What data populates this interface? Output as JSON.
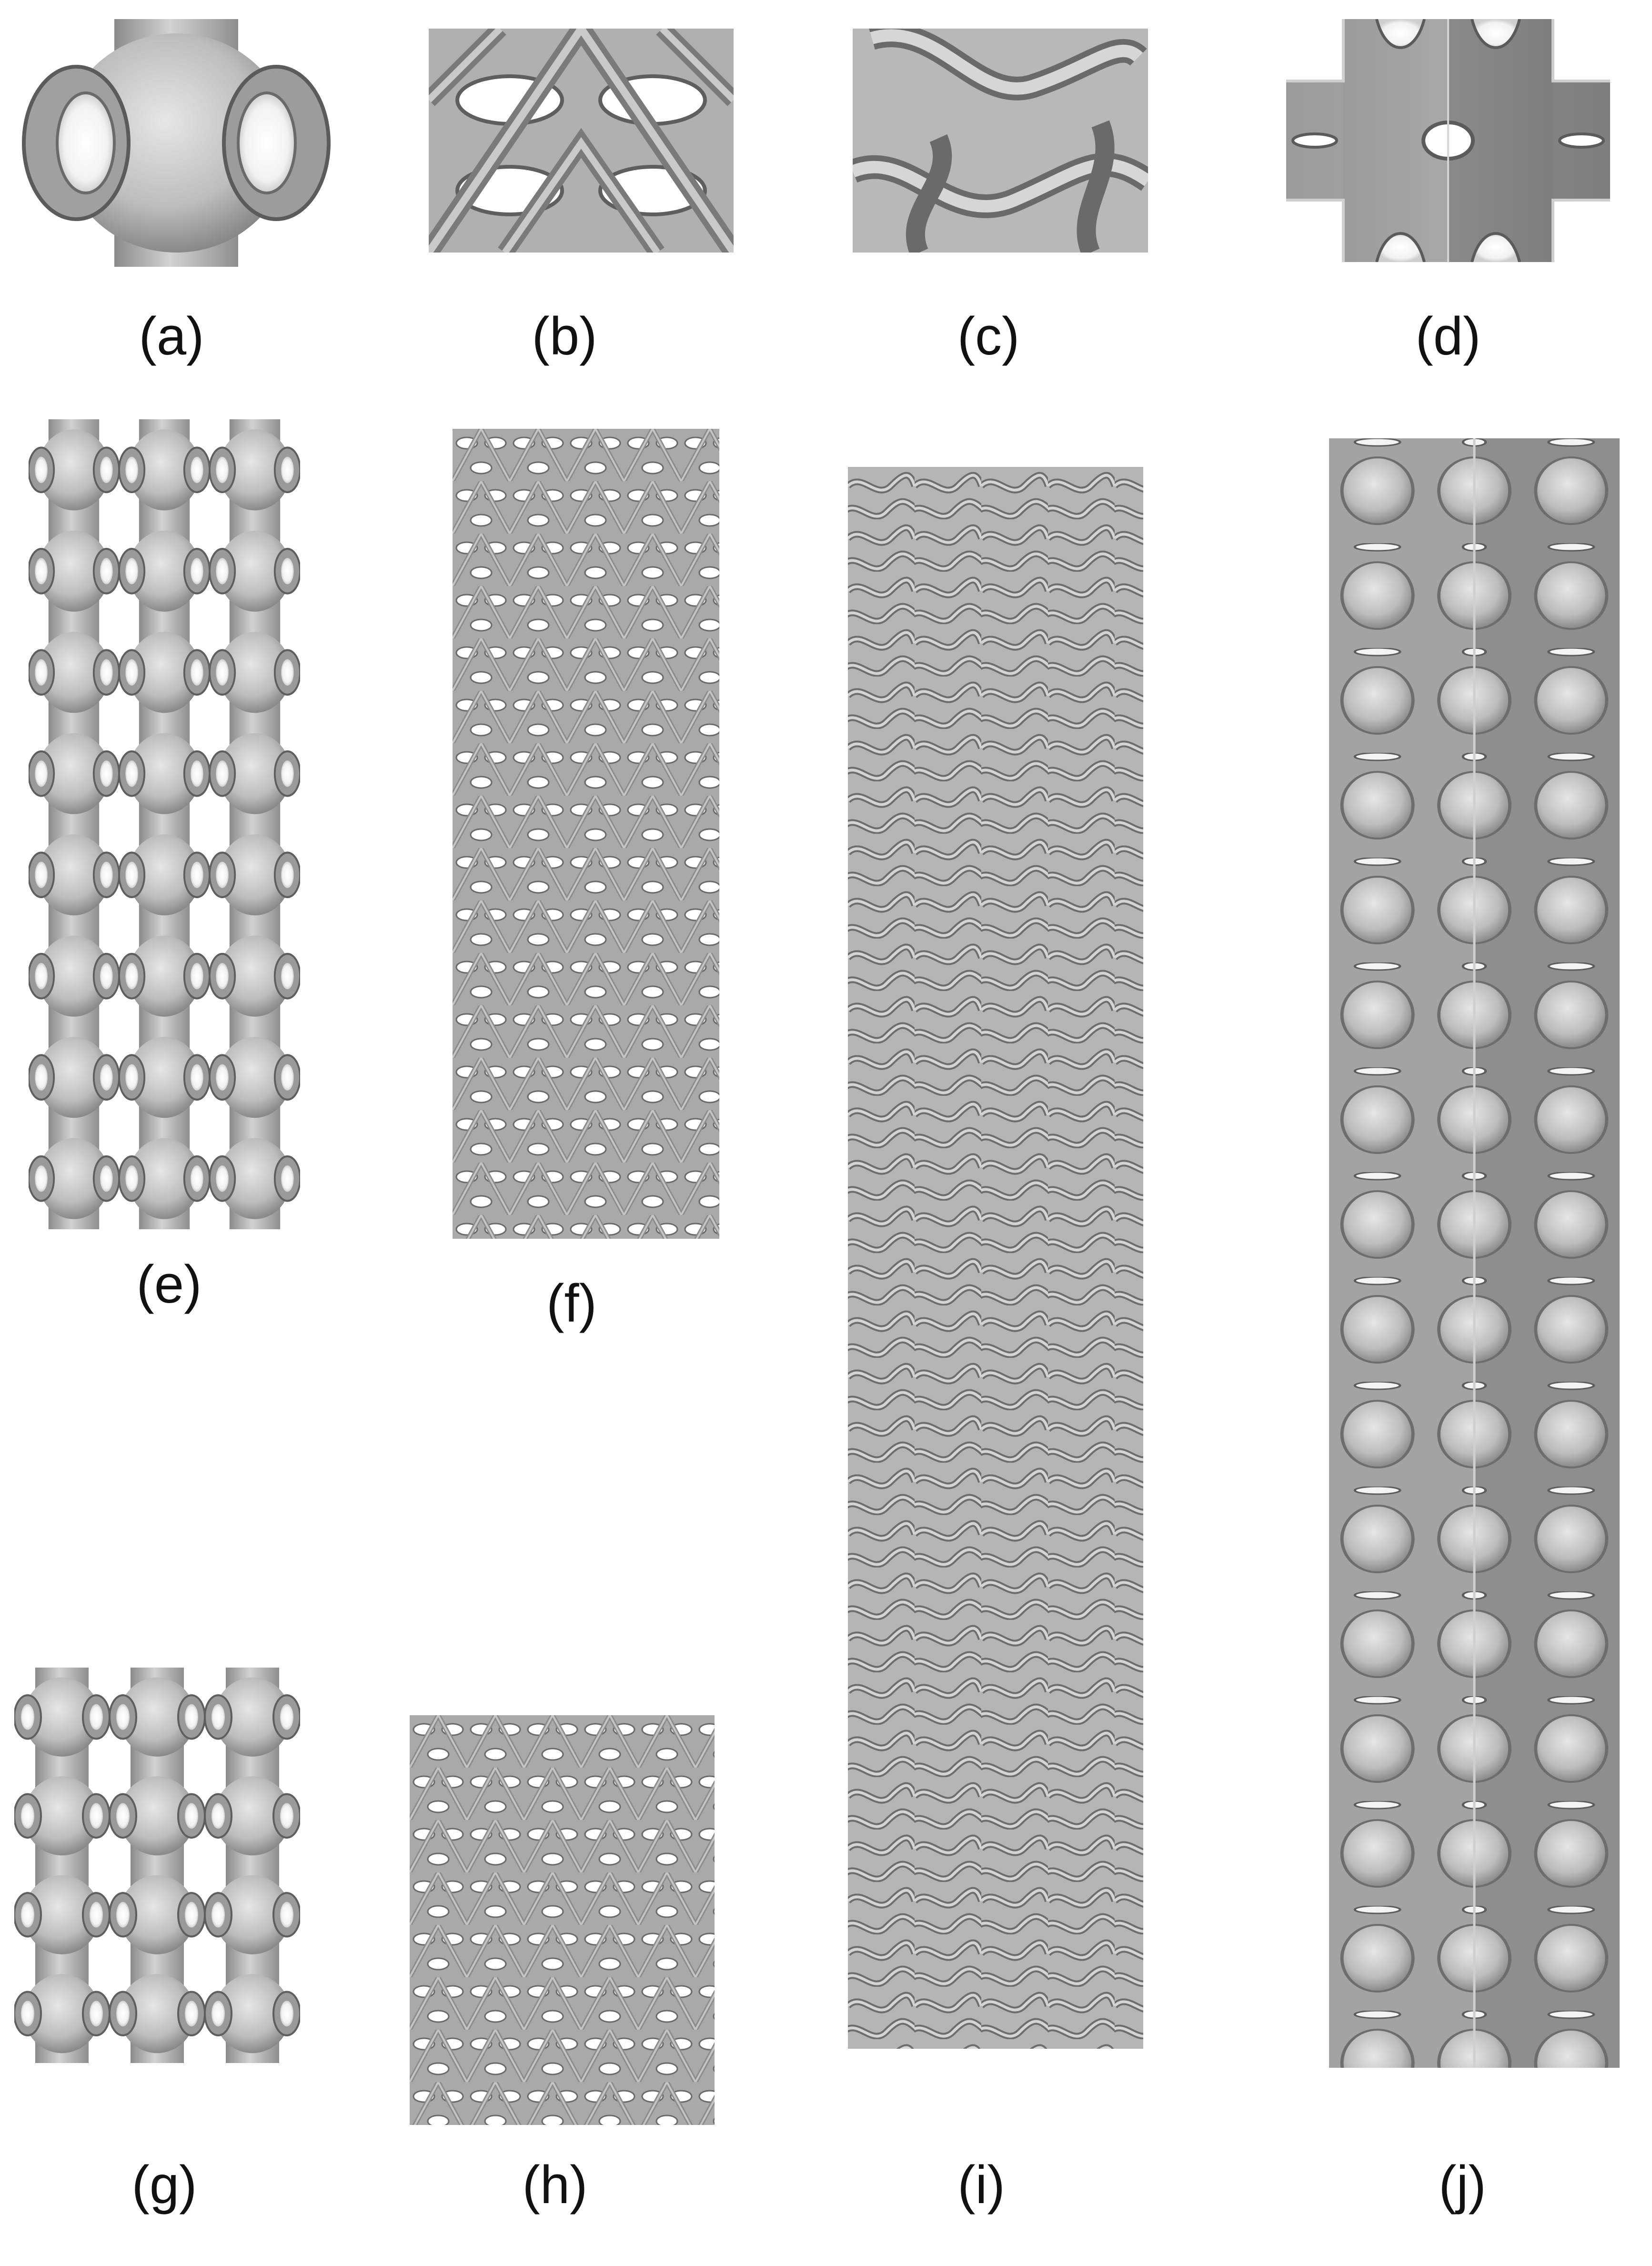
{
  "figure": {
    "panels": [
      {
        "id": "a",
        "label": "(a)"
      },
      {
        "id": "b",
        "label": "(b)"
      },
      {
        "id": "c",
        "label": "(c)"
      },
      {
        "id": "d",
        "label": "(d)"
      },
      {
        "id": "e",
        "label": "(e)"
      },
      {
        "id": "f",
        "label": "(f)"
      },
      {
        "id": "g",
        "label": "(g)"
      },
      {
        "id": "h",
        "label": "(h)"
      },
      {
        "id": "i",
        "label": "(i)"
      },
      {
        "id": "j",
        "label": "(j)"
      }
    ]
  }
}
